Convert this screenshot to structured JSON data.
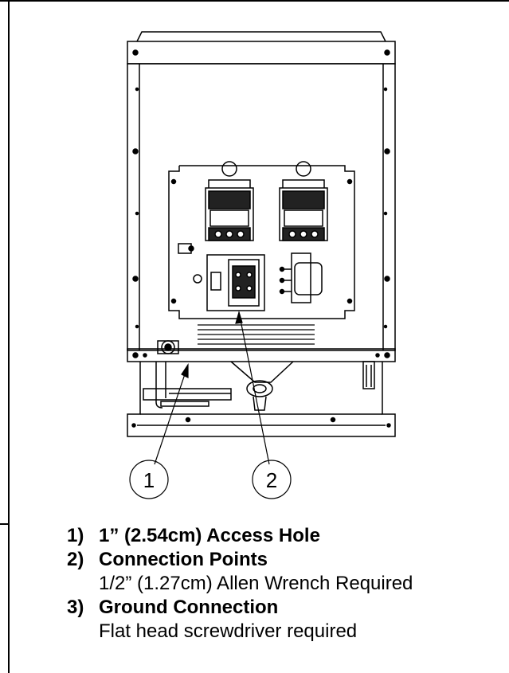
{
  "callouts": [
    {
      "label": "1"
    },
    {
      "label": "2"
    }
  ],
  "legend": [
    {
      "number": "1)",
      "title": "1” (2.54cm) Access Hole",
      "subtitle": ""
    },
    {
      "number": "2)",
      "title": "Connection Points",
      "subtitle": "1/2” (1.27cm) Allen Wrench Required"
    },
    {
      "number": "3)",
      "title": "Ground Connection",
      "subtitle": "Flat head screwdriver required"
    }
  ]
}
